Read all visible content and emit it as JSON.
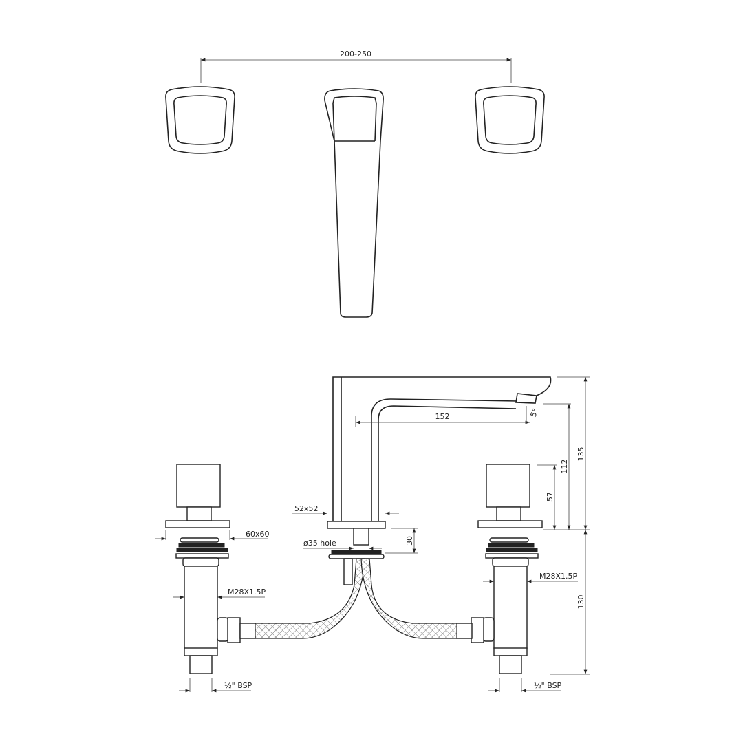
{
  "top_view": {
    "spacing_label": "200-250"
  },
  "side_view": {
    "spout_reach": "152",
    "spout_angle": "5°",
    "total_height": "135",
    "outlet_height": "112",
    "handle_height": "57",
    "below_deck": "130",
    "spout_base": "52x52",
    "handle_base": "60x60",
    "hole": "ø35 hole",
    "shank_length": "30",
    "thread_left": "M28X1.5P",
    "thread_right": "M28X1.5P",
    "inlet_left": "½\" BSP",
    "inlet_right": "½\" BSP"
  }
}
